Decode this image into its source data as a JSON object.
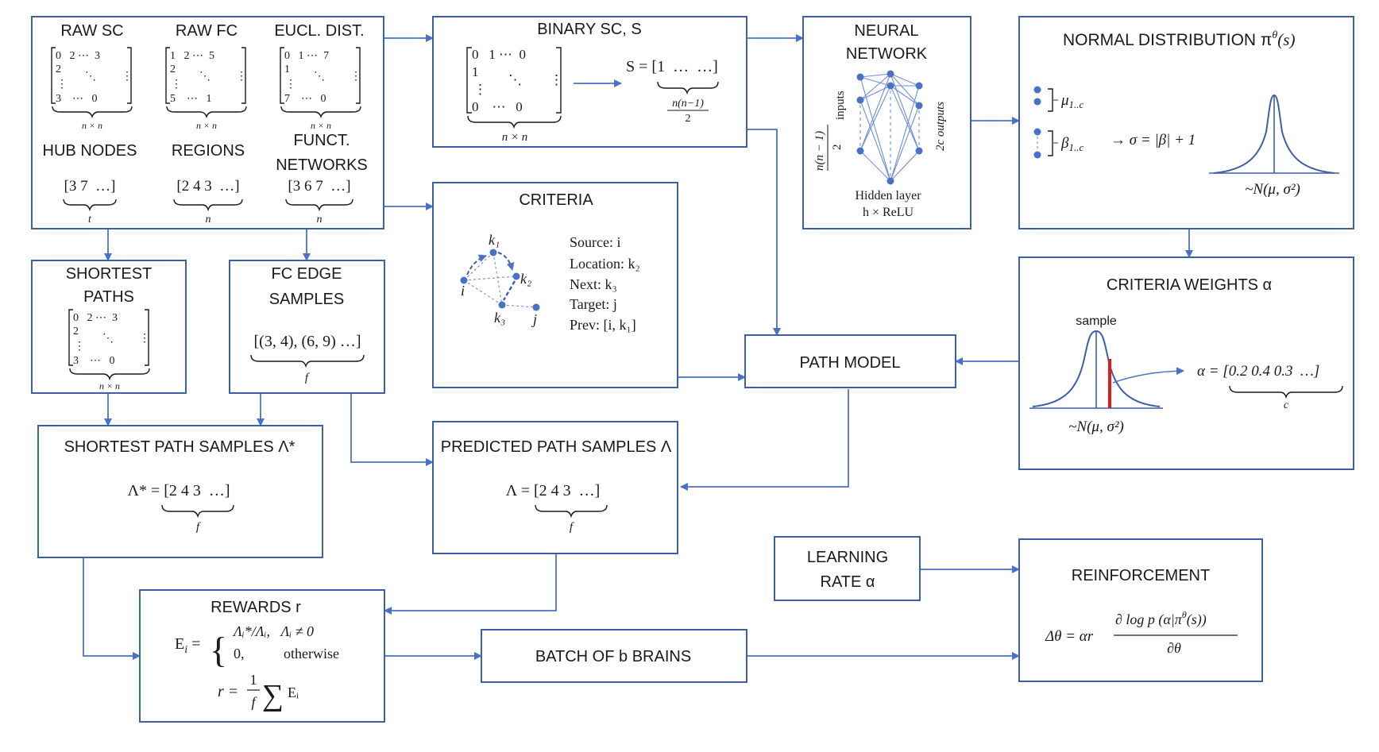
{
  "colors": {
    "box_border": "#3d5fa6",
    "arrow": "#4a72c4",
    "highlight": "#e01b1b"
  },
  "inputs": {
    "raw_sc": {
      "title": "RAW SC",
      "r1": "0   2 ⋯  3",
      "r2": "2",
      "r3": "⋮",
      "r4": "3    ⋯   0",
      "dots": "⋱",
      "vd": "⋮",
      "dim": "n × n"
    },
    "raw_fc": {
      "title": "RAW FC",
      "r1": "1   2 ⋯  5",
      "r2": "2",
      "r3": "⋮",
      "r4": "5    ⋯   1",
      "dots": "⋱",
      "vd": "⋮",
      "dim": "n × n"
    },
    "eucl": {
      "title": "EUCL. DIST.",
      "r1": "0   1 ⋯  7",
      "r2": "1",
      "r3": "⋮",
      "r4": "7    ⋯   0",
      "dots": "⋱",
      "vd": "⋮",
      "dim": "n × n"
    },
    "hub": {
      "title": "HUB NODES",
      "vec": "[3 7  …]",
      "dim": "t"
    },
    "regions": {
      "title": "REGIONS",
      "vec": "[2 4 3  …]",
      "dim": "n"
    },
    "funct": {
      "title1": "FUNCT.",
      "title2": "NETWORKS",
      "vec": "[3 6 7  …]",
      "dim": "n"
    }
  },
  "binary_sc": {
    "title": "BINARY SC, S",
    "r1": "0   1 ⋯  0",
    "r2": "1",
    "r3": "⋮",
    "r4": "0    ⋯   0",
    "dots": "⋱",
    "vd": "⋮",
    "dim": "n × n",
    "s_vec": "S = [1  …  …]",
    "s_dim": "n(n−1)",
    "s_dim_den": "2"
  },
  "neural_network": {
    "title1": "NEURAL",
    "title2": "NETWORK",
    "inputs_num": "n(n − 1)",
    "inputs_den": "2",
    "inputs_word": "inputs",
    "outputs_label": "2c outputs",
    "hidden1": "Hidden layer",
    "hidden2": "h × ReLU"
  },
  "normal_dist": {
    "title": "NORMAL DISTRIBUTION π",
    "title_sup": "θ",
    "title_arg": "(s)",
    "mu": "μ",
    "mu_sub": "1..c",
    "beta": "β",
    "beta_sub": "1..c",
    "sigma_eq": "→  σ = |β| + 1",
    "dist": "~N(μ, σ²)"
  },
  "criteria": {
    "title": "CRITERIA",
    "k1": "k₁",
    "k2": "k₂",
    "k3": "k₃",
    "i": "i",
    "j": "j",
    "lines": [
      "Source: i",
      "Location: k₂",
      "Next: k₃",
      "Target: j",
      "Prev: [i, k₁]"
    ]
  },
  "criteria_weights": {
    "title": "CRITERIA WEIGHTS α",
    "sample_label": "sample",
    "alpha_vec": "α = [0.2 0.4 0.3  …]",
    "alpha_dim": "c",
    "dist": "~N(μ, σ²)"
  },
  "shortest_paths": {
    "title1": "SHORTEST",
    "title2": "PATHS",
    "r1": "0   2 ⋯  3",
    "r2": "2",
    "r3": "⋮",
    "r4": "3    ⋯   0",
    "dots": "⋱",
    "vd": "⋮",
    "dim": "n × n"
  },
  "fc_edge": {
    "title1": "FC EDGE",
    "title2": "SAMPLES",
    "vec": "[(3, 4), (6, 9) …]",
    "dim": "f"
  },
  "path_model": {
    "title": "PATH MODEL"
  },
  "shortest_samples": {
    "title": "SHORTEST PATH SAMPLES Λ*",
    "eq": "Λ* = [2 4 3  …]",
    "dim": "f"
  },
  "predicted_samples": {
    "title": "PREDICTED PATH SAMPLES Λ",
    "eq": "Λ = [2 4 3  …]",
    "dim": "f"
  },
  "learning_rate": {
    "title1": "LEARNING",
    "title2": "RATE α"
  },
  "rewards": {
    "title": "REWARDS r",
    "e_lhs": "E",
    "e_sub": "i",
    "case1": "Λᵢ*/Λᵢ,   Λᵢ ≠ 0",
    "case2": "0,           otherwise",
    "r_lhs": "r =",
    "r_num": "1",
    "r_den": "f",
    "r_sum": "∑",
    "r_term": "Eᵢ"
  },
  "batch": {
    "title": "BATCH OF b BRAINS"
  },
  "reinforcement": {
    "title": "REINFORCEMENT",
    "lhs": "Δθ = αr",
    "num": "∂ log p (α|π",
    "num_sup": "θ",
    "num_end": "(s))",
    "den": "∂θ"
  }
}
